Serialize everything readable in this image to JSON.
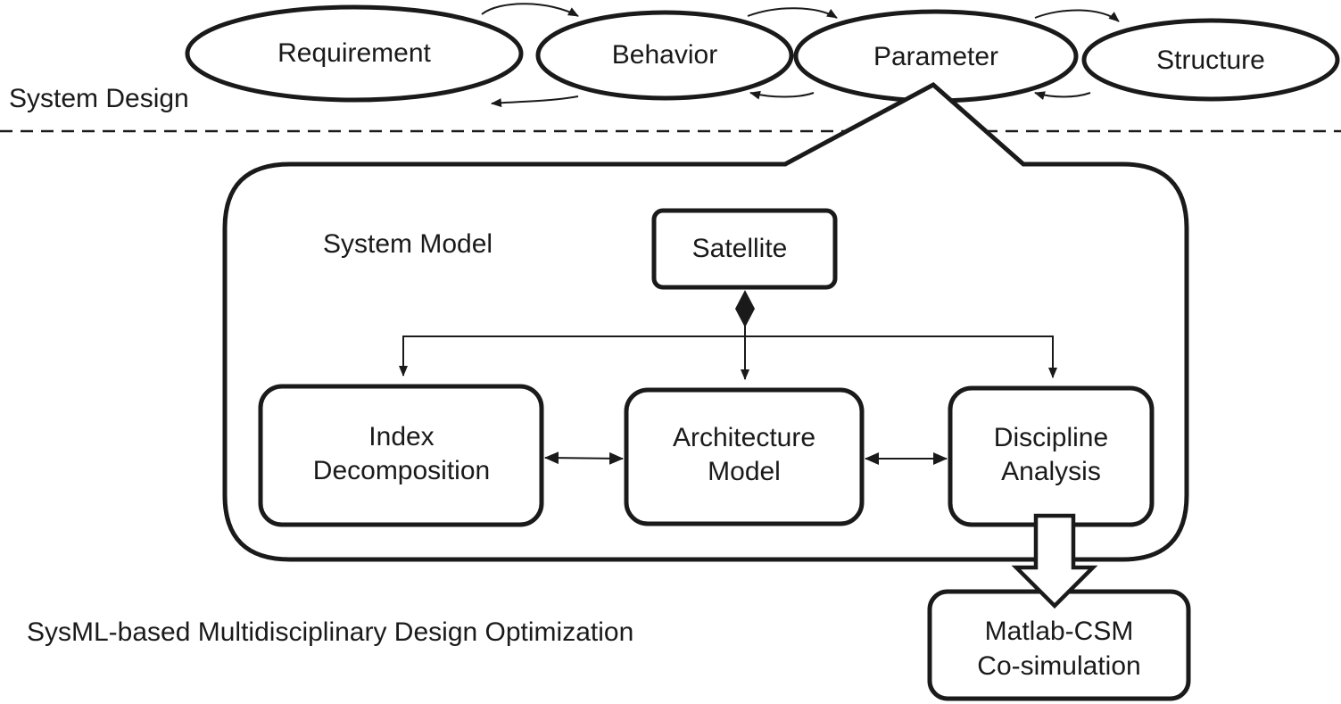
{
  "system_design": {
    "label": "System Design",
    "views": [
      {
        "label": "Requirement"
      },
      {
        "label": "Behavior"
      },
      {
        "label": "Parameter"
      },
      {
        "label": "Structure"
      }
    ]
  },
  "system_model": {
    "label": "System Model",
    "root": {
      "label": "Satellite"
    },
    "blocks": [
      {
        "line1": "Index",
        "line2": "Decomposition"
      },
      {
        "line1": "Architecture",
        "line2": "Model"
      },
      {
        "line1": "Discipline",
        "line2": "Analysis"
      }
    ]
  },
  "output": {
    "line1": "Matlab-CSM",
    "line2": "Co-simulation"
  },
  "footer_label": "SysML-based Multidisciplinary Design Optimization",
  "colors": {
    "stroke": "#1a1a1a",
    "background": "#ffffff"
  }
}
